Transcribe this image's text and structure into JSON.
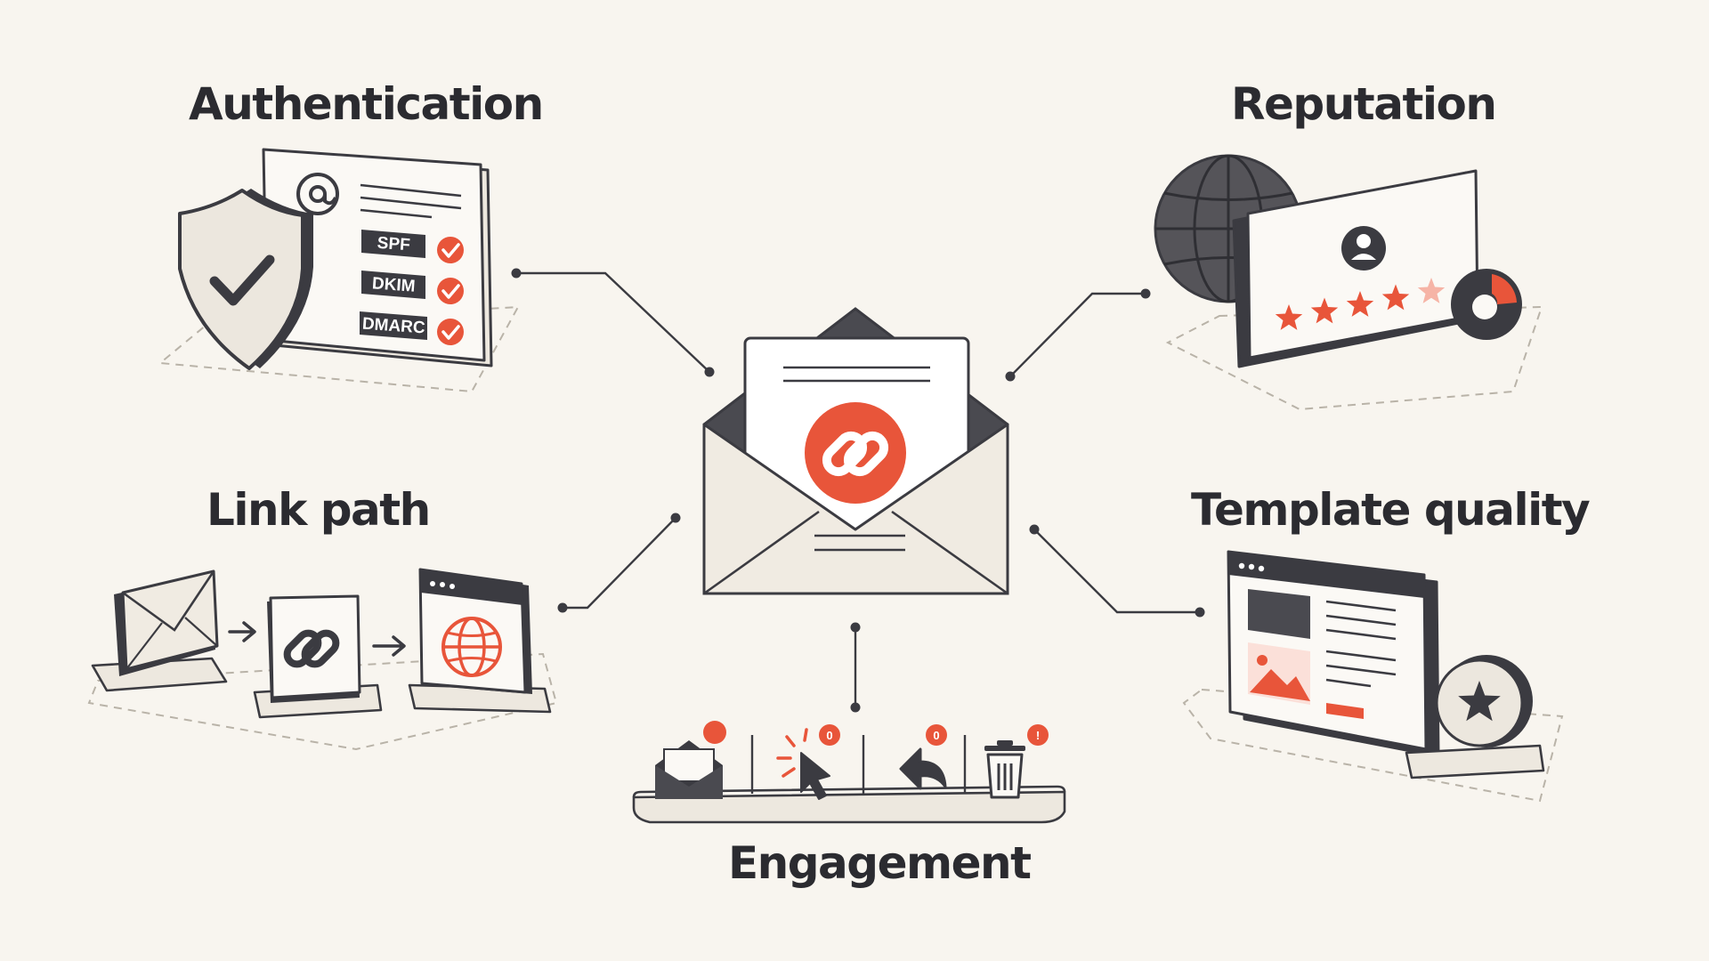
{
  "headings": {
    "authentication": "Authentication",
    "reputation": "Reputation",
    "link_path": "Link path",
    "template_quality": "Template quality",
    "engagement": "Engagement"
  },
  "authentication_checks": [
    {
      "label": "SPF",
      "passed": true
    },
    {
      "label": "DKIM",
      "passed": true
    },
    {
      "label": "DMARC",
      "passed": true
    }
  ],
  "reputation": {
    "rating_stars": 4.5,
    "rating_max": 5
  },
  "engagement_badges": {
    "click": "0",
    "reply": "0",
    "delete": "!"
  },
  "icons": {
    "center": "email-link-icon",
    "authentication": [
      "shield-check-icon",
      "at-sign-icon",
      "check-circle-icon"
    ],
    "reputation": [
      "globe-icon",
      "user-icon",
      "star-icon",
      "donut-chart-icon"
    ],
    "link_path": [
      "envelope-icon",
      "arrow-right-icon",
      "chain-link-icon",
      "browser-globe-icon"
    ],
    "template_quality": [
      "browser-window-icon",
      "image-icon",
      "star-badge-icon"
    ],
    "engagement": [
      "envelope-open-icon",
      "click-cursor-icon",
      "reply-arrow-icon",
      "trash-icon"
    ]
  },
  "colors": {
    "background": "#f8f5ef",
    "accent": "#e8553a",
    "ink": "#3b3b41",
    "card": "#fbf9f5",
    "card_shade": "#ede8df"
  }
}
